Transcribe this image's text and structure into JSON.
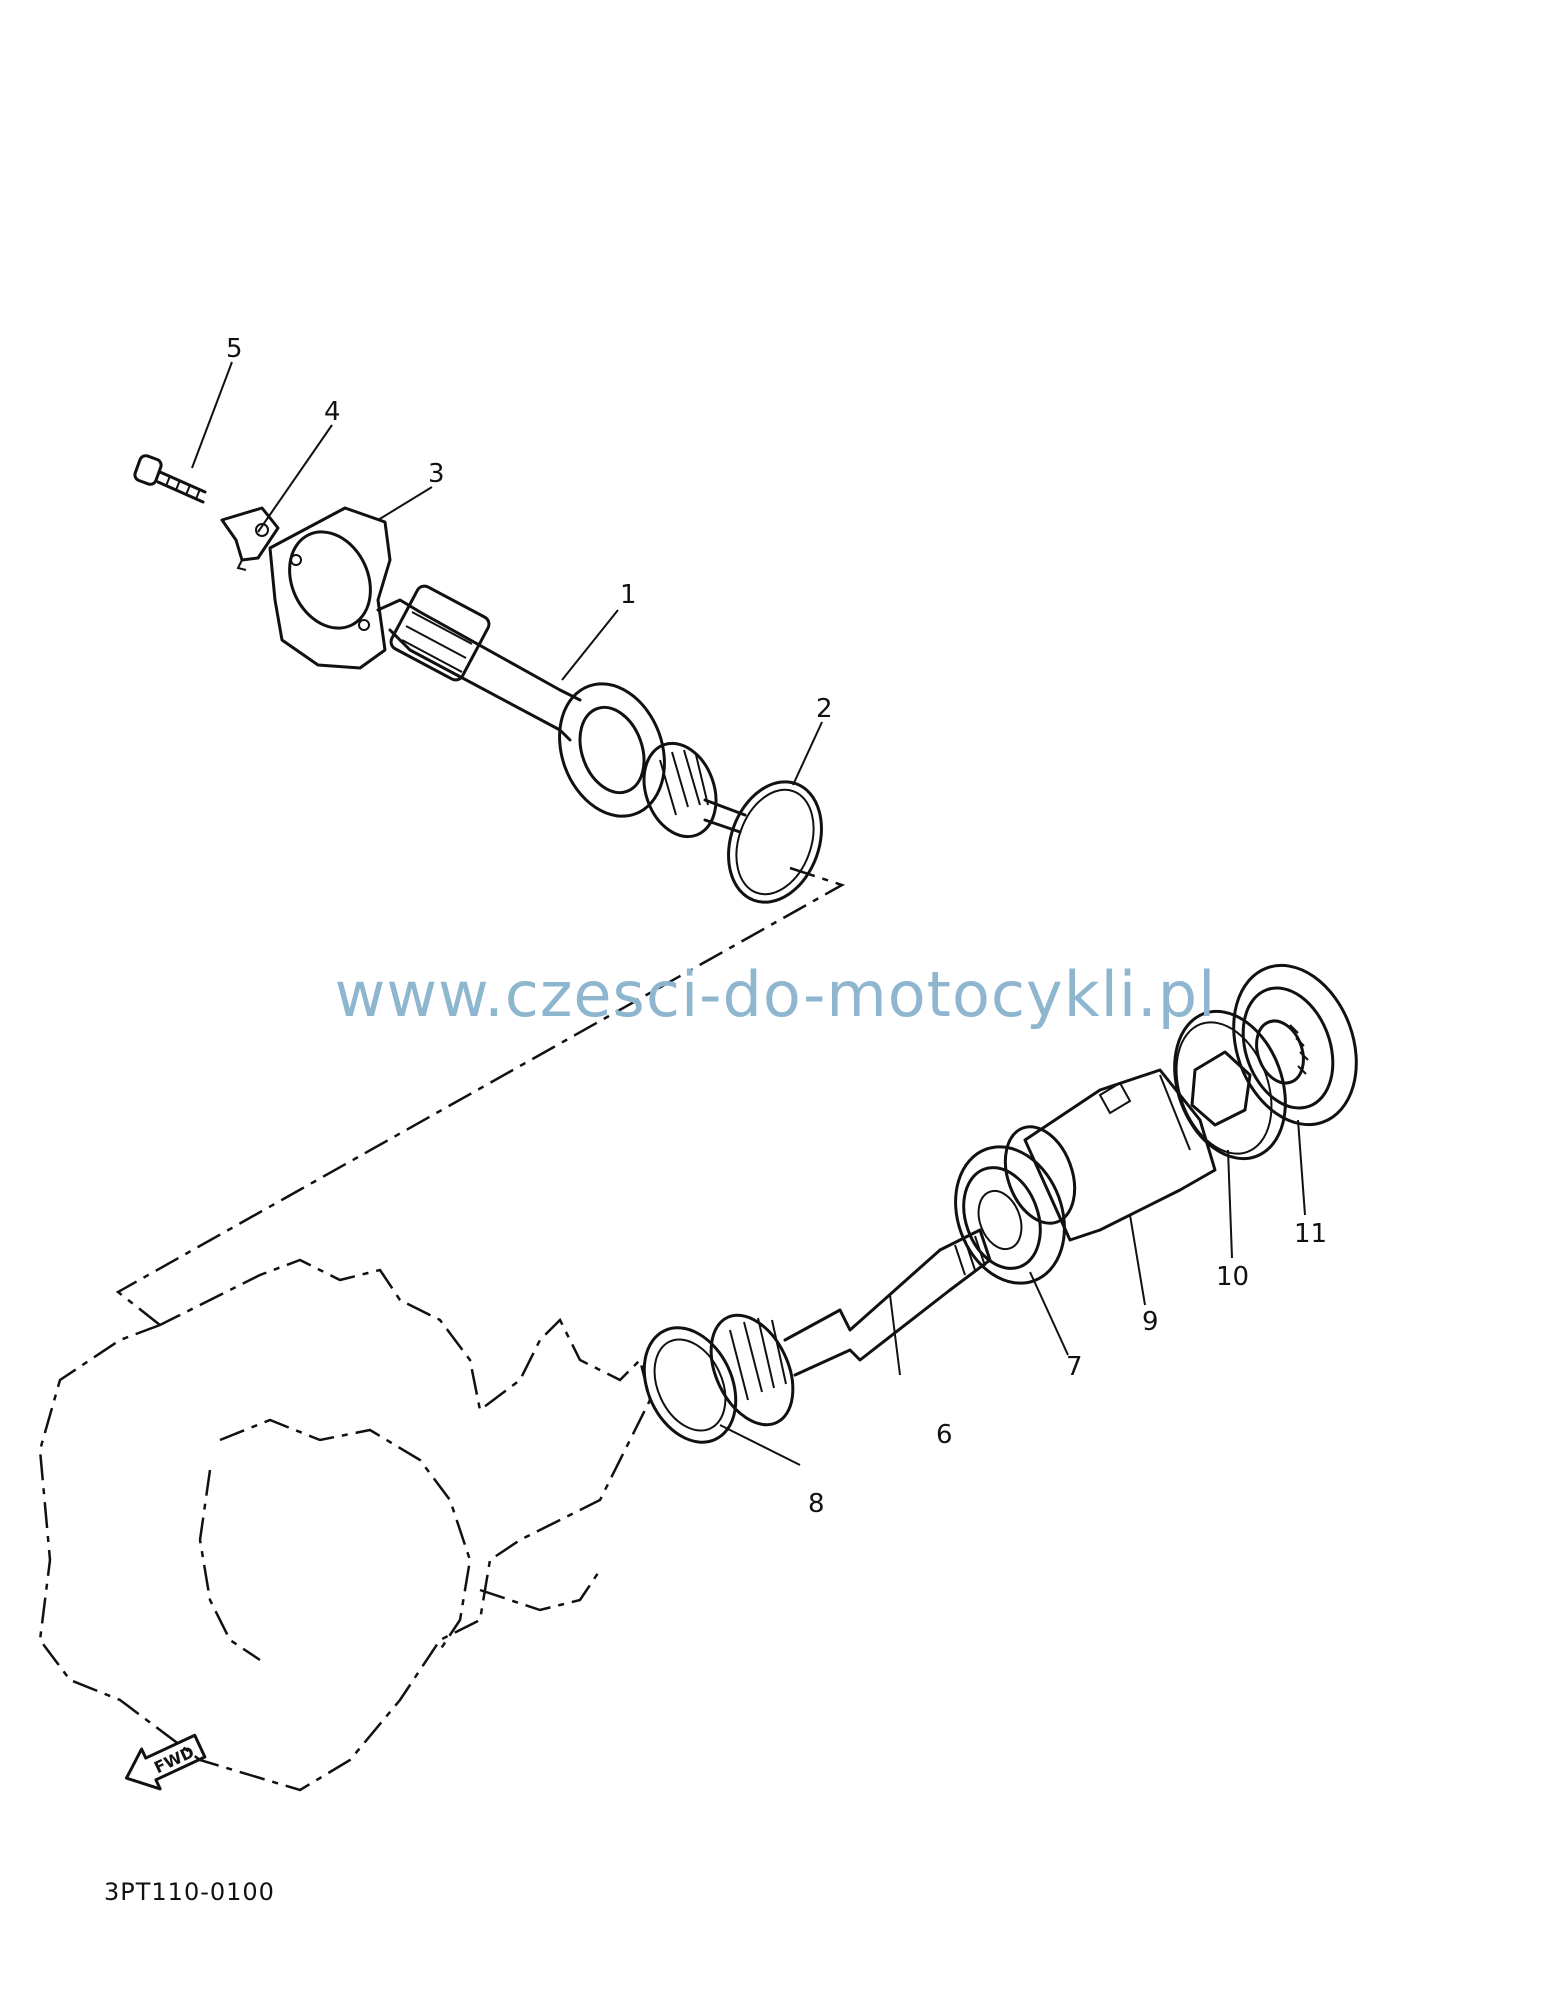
{
  "callouts": {
    "c1": "1",
    "c2": "2",
    "c3": "3",
    "c4": "4",
    "c5": "5",
    "c6": "6",
    "c7": "7",
    "c8": "8",
    "c9": "9",
    "c10": "10",
    "c11": "11"
  },
  "fwd_label": "FWD",
  "diagram_code": "3PT110-0100",
  "watermark": "www.czesci-do-motocykli.pl"
}
